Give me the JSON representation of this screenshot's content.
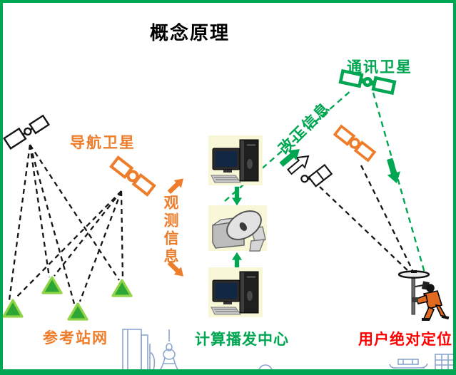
{
  "title": "概念原理",
  "labels": {
    "nav_satellite": "导航卫星",
    "comm_satellite": "通讯卫星",
    "observation_info": "观测信息",
    "correction_info": "改正信息",
    "reference_network": "参考站网",
    "broadcast_center": "计算播发中心",
    "user_positioning": "用户绝对定位"
  },
  "colors": {
    "accent_green": "#00A651",
    "accent_orange": "#ED7D2B",
    "accent_red": "#FF0000",
    "line_black": "#151515",
    "skyline_blue": "#8CA6CE",
    "panel_background": "#F8F8D8",
    "station_green_fill": "#2DA636",
    "station_green_edge": "#8FD446",
    "border_green": "#00A651"
  },
  "icons": [
    "navigation-satellite-outline-icon",
    "navigation-satellite-orange-icon",
    "navigation-satellite-orange-right-icon",
    "communication-satellite-icon",
    "receiver-satellite-icon",
    "reference-station-triangle-icon",
    "computer-icon",
    "satellite-dish-icon",
    "surveyor-gnss-antenna-icon",
    "city-skyline-icon"
  ]
}
